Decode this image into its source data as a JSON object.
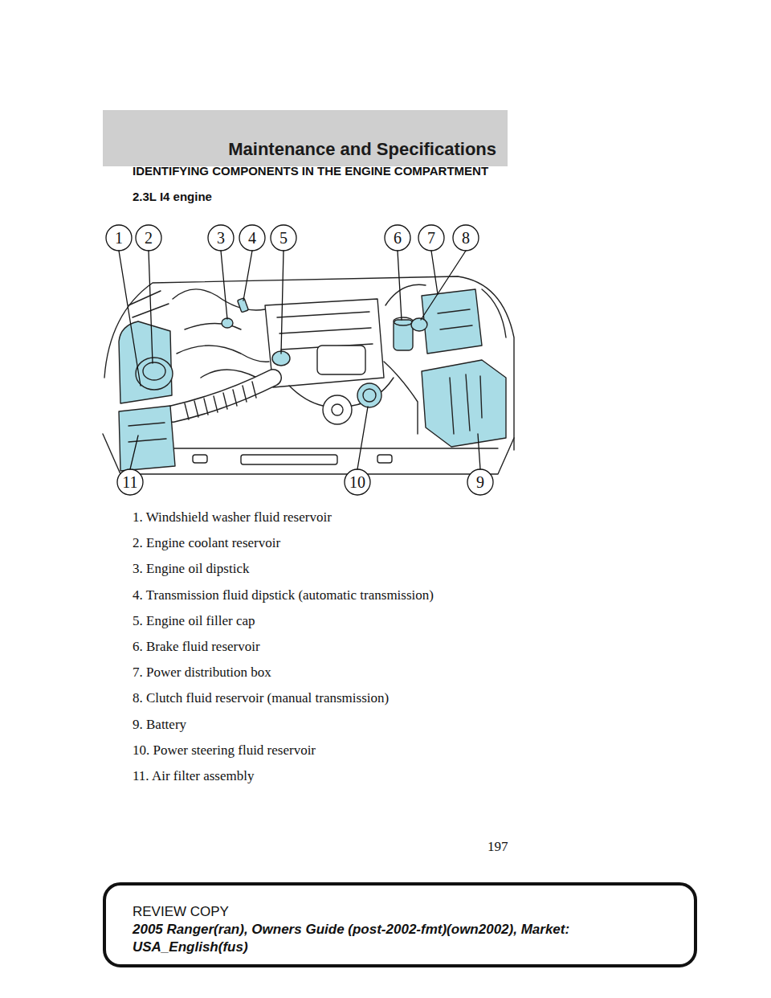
{
  "diagram": {
    "title": "IDENTIFYING COMPONENTS IN THE ENGINE COMPARTMENT",
    "nodes": [
      {
        "text": [
          "Maintenance and Specifications"
        ]
      },
      {
        "text": [
          "REVIEW COPY",
          "2005 Ranger(ran), Owners Guide (post-2002-fmt)(own2002), Market: USA_English(fus)"
        ]
      }
    ],
    "labels": [
      "2.3L I4 engine",
      "1",
      "2",
      "3",
      "4",
      "5",
      "6",
      "7",
      "8",
      "11",
      "10",
      "9",
      "1. Windshield washer fluid reservoir",
      "2. Engine coolant reservoir",
      "3. Engine oil dipstick",
      "4. Transmission fluid dipstick (automatic transmission)",
      "5. Engine oil filler cap",
      "6. Brake fluid reservoir",
      "7. Power distribution box",
      "8. Clutch fluid reservoir (manual transmission)",
      "9. Battery",
      "10. Power steering fluid reservoir",
      "11. Air filter assembly",
      "197"
    ]
  }
}
